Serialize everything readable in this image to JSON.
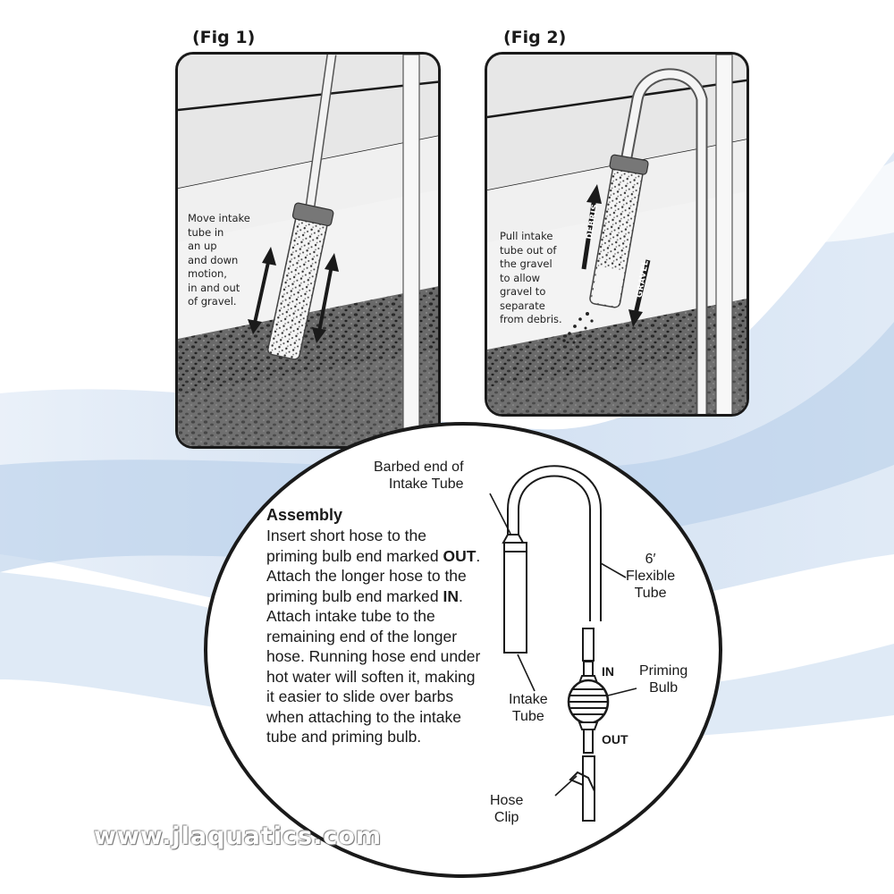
{
  "fig1": {
    "title": "(Fig 1)",
    "text": "Move intake\ntube in\nan up\nand down\nmotion,\nin and out\nof gravel."
  },
  "fig2": {
    "title": "(Fig 2)",
    "text": "Pull intake\ntube out of\nthe gravel\nto allow\ngravel to\nseparate\nfrom debris.",
    "debris_label": "DEBRIS",
    "gravel_label": "GRAVEL"
  },
  "assembly": {
    "title": "Assembly",
    "parts": [
      {
        "text": "Insert short hose to the priming bulb end marked ",
        "bold": false
      },
      {
        "text": "OUT",
        "bold": true
      },
      {
        "text": ". Attach the longer hose to the priming bulb end marked ",
        "bold": false
      },
      {
        "text": "IN",
        "bold": true
      },
      {
        "text": ". Attach intake tube to the remaining end of the longer hose. Running hose end under hot water will soften it, making it easier to slide over barbs when attaching to the intake tube and priming bulb.",
        "bold": false
      }
    ]
  },
  "labels": {
    "barbed_end": "Barbed end of\nIntake Tube",
    "flexible_tube": "6′\nFlexible\nTube",
    "intake_tube": "Intake\nTube",
    "in": "IN",
    "out": "OUT",
    "priming_bulb": "Priming\nBulb",
    "hose_clip": "Hose\nClip"
  },
  "watermark": "www.jlaquatics.com",
  "colors": {
    "outline": "#1a1a1a",
    "panel_bg": "#efefef",
    "gravel": "#555555",
    "water_accent": "#bcd3ec"
  }
}
